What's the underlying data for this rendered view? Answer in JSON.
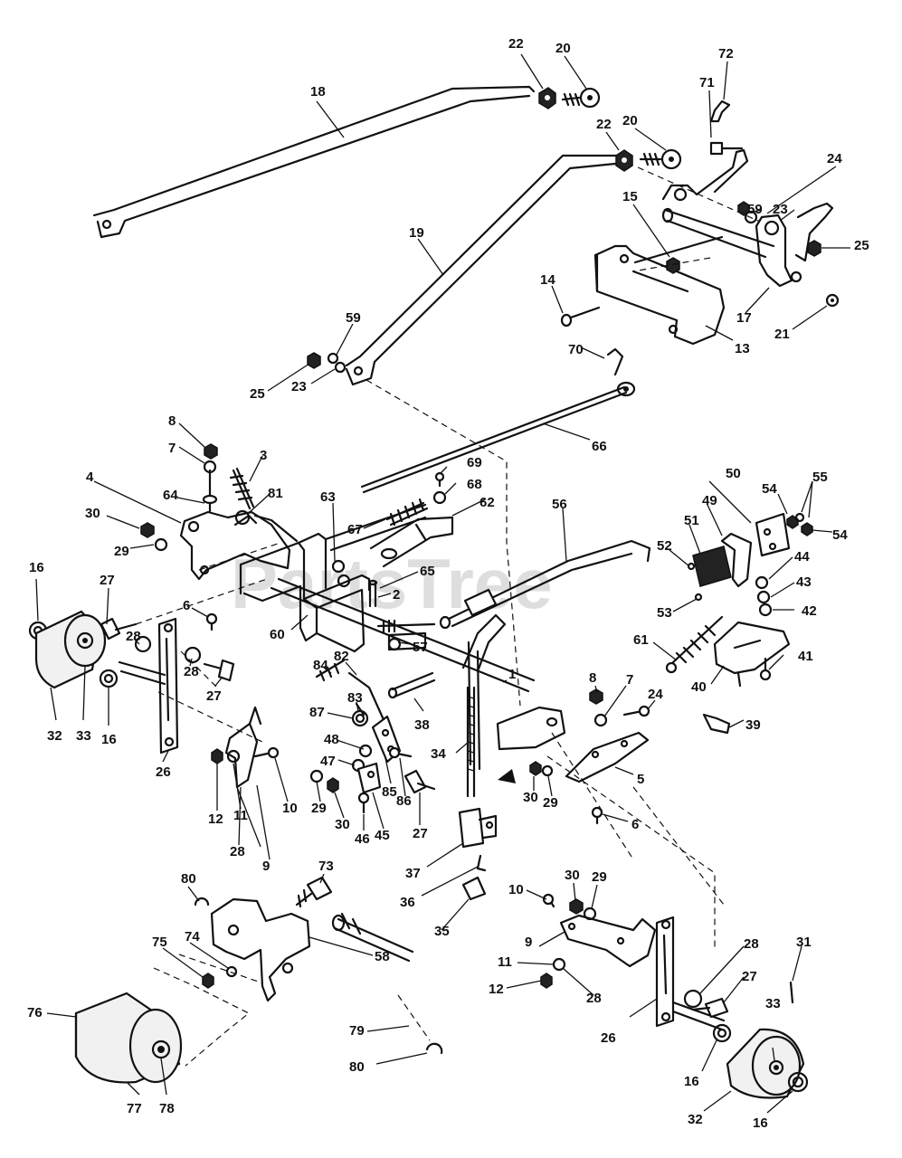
{
  "diagram": {
    "watermark": "PartsTree",
    "callouts": [
      {
        "id": "c18a",
        "label": "18"
      },
      {
        "id": "c22a",
        "label": "22"
      },
      {
        "id": "c20a",
        "label": "20"
      },
      {
        "id": "c72",
        "label": "72"
      },
      {
        "id": "c71",
        "label": "71"
      },
      {
        "id": "c22b",
        "label": "22"
      },
      {
        "id": "c20b",
        "label": "20"
      },
      {
        "id": "c24a",
        "label": "24"
      },
      {
        "id": "c15",
        "label": "15"
      },
      {
        "id": "c59a",
        "label": "59"
      },
      {
        "id": "c23a",
        "label": "23"
      },
      {
        "id": "c25a",
        "label": "25"
      },
      {
        "id": "c19",
        "label": "19"
      },
      {
        "id": "c14",
        "label": "14"
      },
      {
        "id": "c17",
        "label": "17"
      },
      {
        "id": "c21",
        "label": "21"
      },
      {
        "id": "c13",
        "label": "13"
      },
      {
        "id": "c59b",
        "label": "59"
      },
      {
        "id": "c25b",
        "label": "25"
      },
      {
        "id": "c23b",
        "label": "23"
      },
      {
        "id": "c70",
        "label": "70"
      },
      {
        "id": "c66",
        "label": "66"
      },
      {
        "id": "c8a",
        "label": "8"
      },
      {
        "id": "c7a",
        "label": "7"
      },
      {
        "id": "c3",
        "label": "3"
      },
      {
        "id": "c4",
        "label": "4"
      },
      {
        "id": "c64",
        "label": "64"
      },
      {
        "id": "c81",
        "label": "81"
      },
      {
        "id": "c30a",
        "label": "30"
      },
      {
        "id": "c29a",
        "label": "29"
      },
      {
        "id": "c63",
        "label": "63"
      },
      {
        "id": "c69",
        "label": "69"
      },
      {
        "id": "c68",
        "label": "68"
      },
      {
        "id": "c67",
        "label": "67"
      },
      {
        "id": "c62",
        "label": "62"
      },
      {
        "id": "c56",
        "label": "56"
      },
      {
        "id": "c50",
        "label": "50"
      },
      {
        "id": "c49",
        "label": "49"
      },
      {
        "id": "c54a",
        "label": "54"
      },
      {
        "id": "c55",
        "label": "55"
      },
      {
        "id": "c54b",
        "label": "54"
      },
      {
        "id": "c51",
        "label": "51"
      },
      {
        "id": "c52",
        "label": "52"
      },
      {
        "id": "c44",
        "label": "44"
      },
      {
        "id": "c43",
        "label": "43"
      },
      {
        "id": "c42",
        "label": "42"
      },
      {
        "id": "c53",
        "label": "53"
      },
      {
        "id": "c16a",
        "label": "16"
      },
      {
        "id": "c27a",
        "label": "27"
      },
      {
        "id": "c65",
        "label": "65"
      },
      {
        "id": "c2",
        "label": "2"
      },
      {
        "id": "c6a",
        "label": "6"
      },
      {
        "id": "c60",
        "label": "60"
      },
      {
        "id": "c57",
        "label": "57"
      },
      {
        "id": "c61",
        "label": "61"
      },
      {
        "id": "c40",
        "label": "40"
      },
      {
        "id": "c41",
        "label": "41"
      },
      {
        "id": "c28a",
        "label": "28"
      },
      {
        "id": "c28b",
        "label": "28"
      },
      {
        "id": "c27b",
        "label": "27"
      },
      {
        "id": "c84",
        "label": "84"
      },
      {
        "id": "c82",
        "label": "82"
      },
      {
        "id": "c83",
        "label": "83"
      },
      {
        "id": "c1",
        "label": "1"
      },
      {
        "id": "c8b",
        "label": "8"
      },
      {
        "id": "c7b",
        "label": "7"
      },
      {
        "id": "c24b",
        "label": "24"
      },
      {
        "id": "c39",
        "label": "39"
      },
      {
        "id": "c32a",
        "label": "32"
      },
      {
        "id": "c33a",
        "label": "33"
      },
      {
        "id": "c16b",
        "label": "16"
      },
      {
        "id": "c26a",
        "label": "26"
      },
      {
        "id": "c87",
        "label": "87"
      },
      {
        "id": "c48",
        "label": "48"
      },
      {
        "id": "c38",
        "label": "38"
      },
      {
        "id": "c47",
        "label": "47"
      },
      {
        "id": "c34",
        "label": "34"
      },
      {
        "id": "c5",
        "label": "5"
      },
      {
        "id": "c85",
        "label": "85"
      },
      {
        "id": "c86",
        "label": "86"
      },
      {
        "id": "c30b",
        "label": "30"
      },
      {
        "id": "c29b",
        "label": "29"
      },
      {
        "id": "c12a",
        "label": "12"
      },
      {
        "id": "c11a",
        "label": "11"
      },
      {
        "id": "c10a",
        "label": "10"
      },
      {
        "id": "c29c",
        "label": "29"
      },
      {
        "id": "c30c",
        "label": "30"
      },
      {
        "id": "c46",
        "label": "46"
      },
      {
        "id": "c45",
        "label": "45"
      },
      {
        "id": "c27c",
        "label": "27"
      },
      {
        "id": "c6b",
        "label": "6"
      },
      {
        "id": "c28c",
        "label": "28"
      },
      {
        "id": "c9a",
        "label": "9"
      },
      {
        "id": "c37",
        "label": "37"
      },
      {
        "id": "c73",
        "label": "73"
      },
      {
        "id": "c80a",
        "label": "80"
      },
      {
        "id": "c36",
        "label": "36"
      },
      {
        "id": "c30d",
        "label": "30"
      },
      {
        "id": "c29d",
        "label": "29"
      },
      {
        "id": "c10b",
        "label": "10"
      },
      {
        "id": "c35",
        "label": "35"
      },
      {
        "id": "c75",
        "label": "75"
      },
      {
        "id": "c74",
        "label": "74"
      },
      {
        "id": "c58",
        "label": "58"
      },
      {
        "id": "c9b",
        "label": "9"
      },
      {
        "id": "c11b",
        "label": "11"
      },
      {
        "id": "c12b",
        "label": "12"
      },
      {
        "id": "c28d",
        "label": "28"
      },
      {
        "id": "c28e",
        "label": "28"
      },
      {
        "id": "c31",
        "label": "31"
      },
      {
        "id": "c27d",
        "label": "27"
      },
      {
        "id": "c33b",
        "label": "33"
      },
      {
        "id": "c76",
        "label": "76"
      },
      {
        "id": "c79",
        "label": "79"
      },
      {
        "id": "c26b",
        "label": "26"
      },
      {
        "id": "c80b",
        "label": "80"
      },
      {
        "id": "c16c",
        "label": "16"
      },
      {
        "id": "c77",
        "label": "77"
      },
      {
        "id": "c78",
        "label": "78"
      },
      {
        "id": "c32b",
        "label": "32"
      },
      {
        "id": "c16d",
        "label": "16"
      }
    ]
  }
}
